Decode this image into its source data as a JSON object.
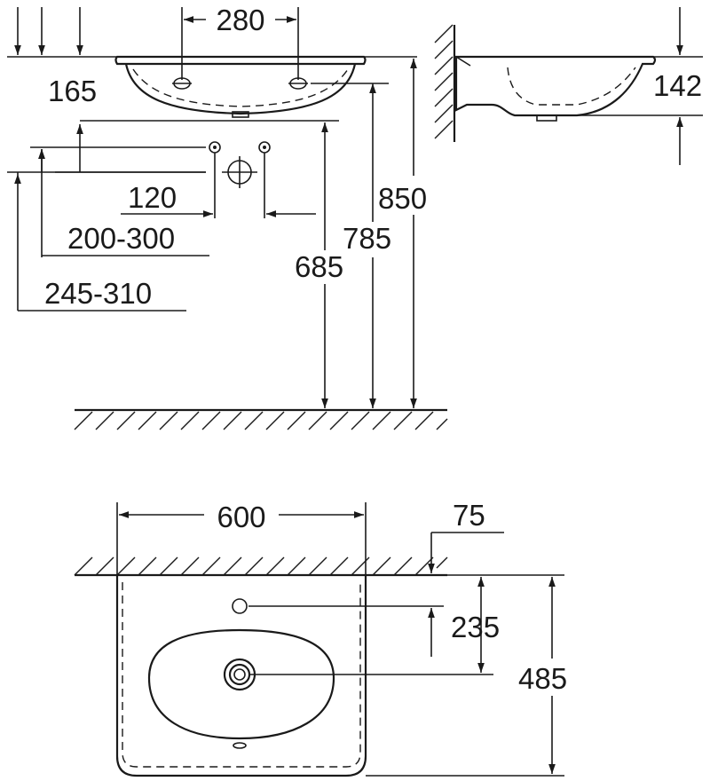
{
  "dimensions": {
    "d280": "280",
    "d165": "165",
    "d142": "142",
    "d120": "120",
    "d200_300": "200-300",
    "d245_310": "245-310",
    "d850": "850",
    "d785": "785",
    "d685": "685",
    "d600": "600",
    "d75": "75",
    "d235": "235",
    "d485": "485"
  }
}
